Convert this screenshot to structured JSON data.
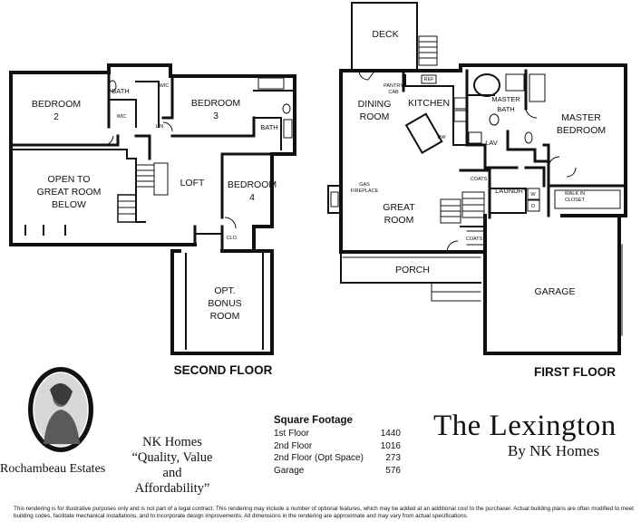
{
  "second_floor": {
    "label": "SECOND FLOOR",
    "rooms": {
      "bedroom2_line1": "BEDROOM",
      "bedroom2_line2": "2",
      "bedroom3_line1": "BEDROOM",
      "bedroom3_line2": "3",
      "bedroom4_line1": "BEDROOM",
      "bedroom4_line2": "4",
      "open_line1": "OPEN TO",
      "open_line2": "GREAT ROOM",
      "open_line3": "BELOW",
      "loft": "LOFT",
      "bonus_line1": "OPT.",
      "bonus_line2": "BONUS",
      "bonus_line3": "ROOM",
      "bath1": "BATH",
      "bath2": "BATH",
      "wic1": "WIC",
      "wic2": "WIC",
      "lin": "LIN",
      "clo": "CLO."
    }
  },
  "first_floor": {
    "label": "FIRST FLOOR",
    "rooms": {
      "deck": "DECK",
      "dining_line1": "DINING",
      "dining_line2": "ROOM",
      "kitchen": "KITCHEN",
      "master_bath_line1": "MASTER",
      "master_bath_line2": "BATH",
      "master_bed_line1": "MASTER",
      "master_bed_line2": "BEDROOM",
      "great_line1": "GREAT",
      "great_line2": "ROOM",
      "laundry": "LAUNDRY",
      "walkin_line1": "WALK IN",
      "walkin_line2": "CLOSET",
      "porch": "PORCH",
      "garage": "GARAGE",
      "lav": "LAV",
      "pantry_line1": "PANTRY",
      "pantry_line2": "CAB",
      "fireplace_line1": "GAS",
      "fireplace_line2": "FIREPLACE",
      "coats1": "COATS",
      "coats2": "COATS",
      "ref": "REF",
      "dw": "DW",
      "washer": "W",
      "dryer": "D"
    }
  },
  "brand": {
    "community": "Rochambeau Estates",
    "logo_icon": "portrait-medallion-icon",
    "company_line1": "NK Homes",
    "company_line2": "“Quality, Value and",
    "company_line3": "Affordability”"
  },
  "square_footage": {
    "heading": "Square Footage",
    "rows": [
      {
        "label": "1st Floor",
        "value": "1440"
      },
      {
        "label": "2nd Floor",
        "value": "1016"
      },
      {
        "label": "2nd Floor (Opt Space)",
        "value": "273"
      },
      {
        "label": "Garage",
        "value": "576"
      }
    ]
  },
  "plan": {
    "title": "The Lexington",
    "subtitle": "By NK Homes"
  },
  "disclaimer": "This rendering is for illustrative purposes only and is not part of a legal contract. This rendering may include a number of optional features, which may be added at an additional cost to the purchaser. Actual building plans are often modified to meet building codes, facilitate mechanical installations, and to incorporate design improvements. All dimensions in the rendering are approximate and may vary from actual specifications.",
  "colors": {
    "wall": "#111111",
    "background": "#ffffff"
  }
}
